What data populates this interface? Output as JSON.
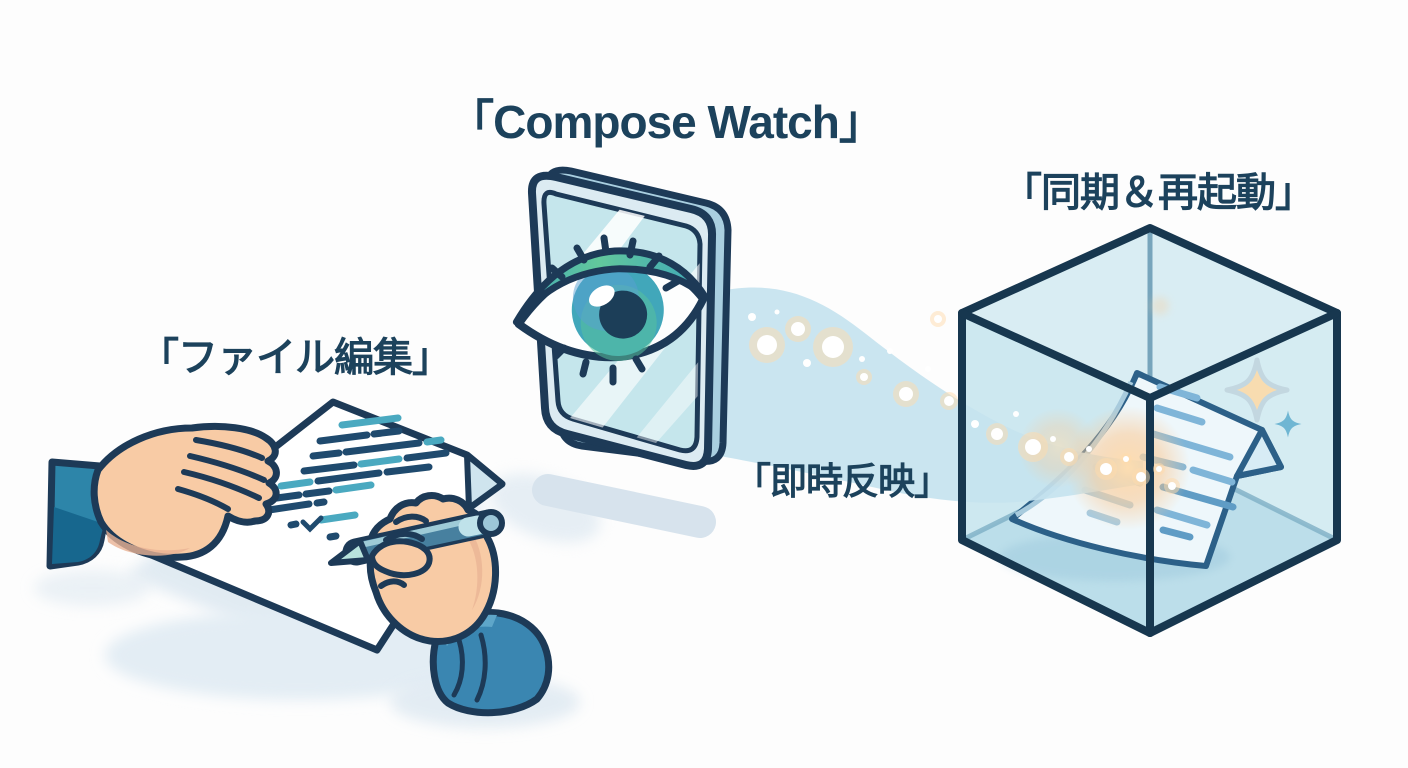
{
  "labels": {
    "compose_watch": "「Compose Watch」",
    "file_edit": "「ファイル編集」",
    "instant_reflect": "「即時反映」",
    "sync_restart": "「同期＆再起動」"
  },
  "illustration": {
    "icons": [
      "writing-hands-icon",
      "paper-code-document-icon",
      "pen-icon",
      "watch-tablet-icon",
      "eye-icon",
      "sync-stream-icon",
      "glass-cube-container-icon",
      "document-in-cube-icon",
      "sparkle-icon"
    ]
  },
  "colors": {
    "background": "#fdfdfd",
    "outline_navy": "#1d3a57",
    "label_text": "#1c425c",
    "glass_blue": "#c5e6ec",
    "cube_face_blue": "#cde8f0",
    "teal_accent": "#4aa9c0",
    "code_line_navy": "#1f4a6e",
    "doc_line_blue": "#7fb5d8",
    "skin": "#f8cba5",
    "sleeve_blue": "#3a86b1",
    "sleeve_teal": "#2d85a9",
    "stream_blue": "#c6e3ef",
    "warm_glow": "#fbc994",
    "sparkle_peach": "#f8dcb0",
    "sparkle_blue": "#6fb6d3"
  }
}
